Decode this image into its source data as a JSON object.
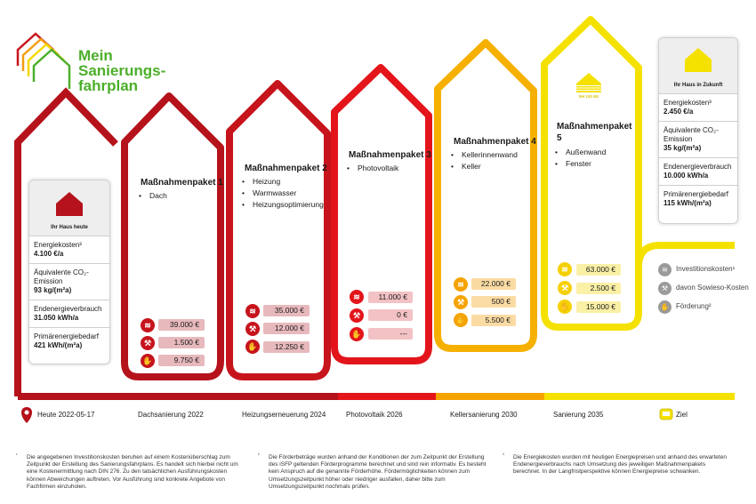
{
  "logo": {
    "title": [
      "Mein",
      "Sanierungs-",
      "fahrplan"
    ]
  },
  "colors": {
    "dark_red": "#b5121b",
    "red": "#d0202a",
    "bright_red": "#e3151b",
    "orange": "#f39c12",
    "gold": "#f5b800",
    "yellow": "#f5e100",
    "grey": "#9a9a9a"
  },
  "house_today": {
    "label": "Ihr Haus heute",
    "rows": [
      {
        "label": "Energiekosten³",
        "value": "4.100 €/a"
      },
      {
        "label": "Äquivalente CO₂-Emission",
        "value": "93 kg/(m²a)"
      },
      {
        "label": "Endenergieverbrauch",
        "value": "31.050 kWh/a"
      },
      {
        "label": "Primärenergiebedarf",
        "value": "421 kWh/(m²a)"
      }
    ]
  },
  "house_future": {
    "label": "Ihr Haus in Zukunft",
    "rows": [
      {
        "label": "Energiekosten³",
        "value": "2.450 €/a"
      },
      {
        "label": "Äquivalente CO₂-Emission",
        "value": "35 kg/(m²a)"
      },
      {
        "label": "Endenergieverbrauch",
        "value": "10.000 kWh/a"
      },
      {
        "label": "Primärenergiebedarf",
        "value": "115 kWh/(m²a)"
      }
    ]
  },
  "packages": [
    {
      "title": "Maßnahmenpaket 1",
      "items": [
        "Dach"
      ],
      "costs": [
        "39.000 €",
        "1.500 €",
        "9.750 €"
      ]
    },
    {
      "title": "Maßnahmenpaket 2",
      "items": [
        "Heizung",
        "Warmwasser",
        "Heizungsoptimierung"
      ],
      "costs": [
        "35.000 €",
        "12.000 €",
        "12.250 €"
      ]
    },
    {
      "title": "Maßnahmenpaket 3",
      "items": [
        "Photovoltaik"
      ],
      "costs": [
        "11.000 €",
        "0 €",
        "---"
      ]
    },
    {
      "title": "Maßnahmenpaket 4",
      "items": [
        "Kellerinnenwand",
        "Keller"
      ],
      "costs": [
        "22.000 €",
        "500 €",
        "5.500 €"
      ]
    },
    {
      "title": "Maßnahmenpaket",
      "title2": "5",
      "items": [
        "Außenwand",
        "Fenster"
      ],
      "costs": [
        "63.000 €",
        "2.500 €",
        "15.000 €"
      ]
    }
  ],
  "efficiency_badge": "EH 100 EE",
  "legend": [
    "Investitionskosten¹",
    "davon Sowieso-Kosten",
    "Förderung²"
  ],
  "timeline": {
    "start": "Heute 2022-05-17",
    "steps": [
      "Dachsanierung 2022",
      "Heizungserneuerung 2024",
      "Photovoltaik 2026",
      "Kellersanierung 2030",
      "Sanierung 2035"
    ],
    "goal": "Ziel"
  },
  "footnotes": [
    {
      "mark": "¹",
      "text": "Die angegebenen Investitionskosten beruhen auf einem Kostenüberschlag zum Zeitpunkt der Erstellung des Sanierungsfahrplans. Es handelt sich hierbei nicht um eine Kostenermittlung nach DIN 276. Zu den tatsächlichen Ausführungskosten können Abweichungen auftreten. Vor Ausführung sind konkrete Angebote von Fachfirmen einzuholen."
    },
    {
      "mark": "²",
      "text": "Die Förderbeträge wurden anhand der Konditionen der zum Zeitpunkt der Erstellung des iSFP geltenden Förderprogramme berechnet und sind rein informativ. Es besteht kein Anspruch auf die genannte Förderhöhe. Fördermöglichkeiten können zum Umsetzungszeitpunkt höher oder niedriger ausfallen, daher bitte zum Umsetzungszeitpunkt nochmals prüfen."
    },
    {
      "mark": "³",
      "text": "Die Energiekosten wurden mit heutigen Energiepreisen und anhand des erwarteten Endenergieverbrauchs nach Umsetzung des jeweiligen Maßnahmenpakets berechnet. In der Langfristperspektive können Energiepreise schwanken."
    }
  ]
}
